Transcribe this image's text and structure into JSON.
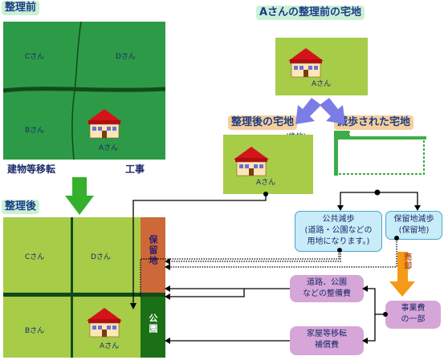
{
  "before": {
    "title": "整理前",
    "lot_c": "Cさん",
    "lot_d": "Dさん",
    "lot_b": "Bさん",
    "lot_a": "Aさん"
  },
  "transfer": {
    "left": "建物等移転",
    "right": "工事"
  },
  "after": {
    "title": "整理後",
    "lot_c": "Cさん",
    "lot_d": "Dさん",
    "lot_b": "Bさん",
    "lot_a": "Aさん",
    "reserved": "保留地",
    "park": "公園"
  },
  "a_before": {
    "title": "Aさんの整理前の宅地",
    "house_label": "Aさん"
  },
  "a_after": {
    "title": "整理後の宅地",
    "note": "(換地)",
    "house_label": "Aさん"
  },
  "reduced": {
    "title": "減歩された宅地"
  },
  "public_reduction": {
    "line1": "公共減歩",
    "line2": "(道路・公園などの",
    "line3": "用地になります。)"
  },
  "reserve_reduction": {
    "line1": "保留地減歩",
    "line2": "(保留地)"
  },
  "sale": {
    "label": "売却"
  },
  "project_cost": {
    "line1": "事業費",
    "line2": "の一部"
  },
  "road_park_cost": {
    "line1": "道路、公園",
    "line2": "などの整備費"
  },
  "compensation": {
    "line1": "家屋等移転",
    "line2": "補償費"
  },
  "colors": {
    "map_green": "#2d9a48",
    "lot_green": "#a6cc48",
    "road": "#124a19",
    "reserved": "#cd6838",
    "park": "#1b6f17",
    "arrow_green": "#35b02c",
    "arrow_blue": "#7c7ce6",
    "arrow_orange": "#f59a16",
    "roof_red": "#d41418"
  }
}
